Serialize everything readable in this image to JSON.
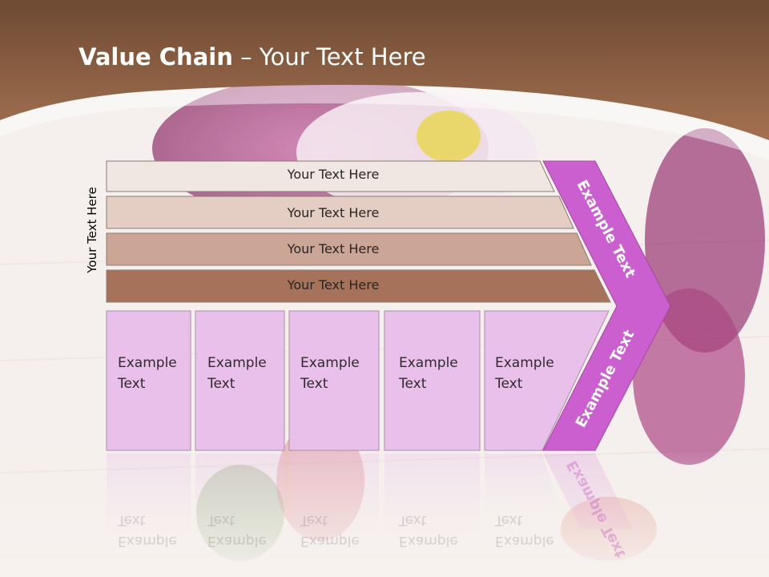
{
  "slide": {
    "title_bold": "Value Chain",
    "title_rest": " – Your Text Here",
    "vertical_label": "Your Text Here"
  },
  "rows": [
    {
      "text": "Your Text Here",
      "color": "#f0e6e2"
    },
    {
      "text": "Your Text Here",
      "color": "#e4cdc3"
    },
    {
      "text": "Your Text Here",
      "color": "#cba696"
    },
    {
      "text": "Your Text Here",
      "color": "#a7725a"
    }
  ],
  "cells": [
    {
      "line1": "Example",
      "line2": "Text"
    },
    {
      "line1": "Example",
      "line2": "Text"
    },
    {
      "line1": "Example",
      "line2": "Text"
    },
    {
      "line1": "Example",
      "line2": "Text"
    },
    {
      "line1": "Example",
      "line2": "Text"
    }
  ],
  "chevron": {
    "top_text": "Example Text",
    "bottom_text": "Example Text",
    "color": "#cc5fcf"
  },
  "colors": {
    "header_brown": "#8a5a3e",
    "cell_fill": "#e9c0ea",
    "flower": "#a0246f"
  }
}
